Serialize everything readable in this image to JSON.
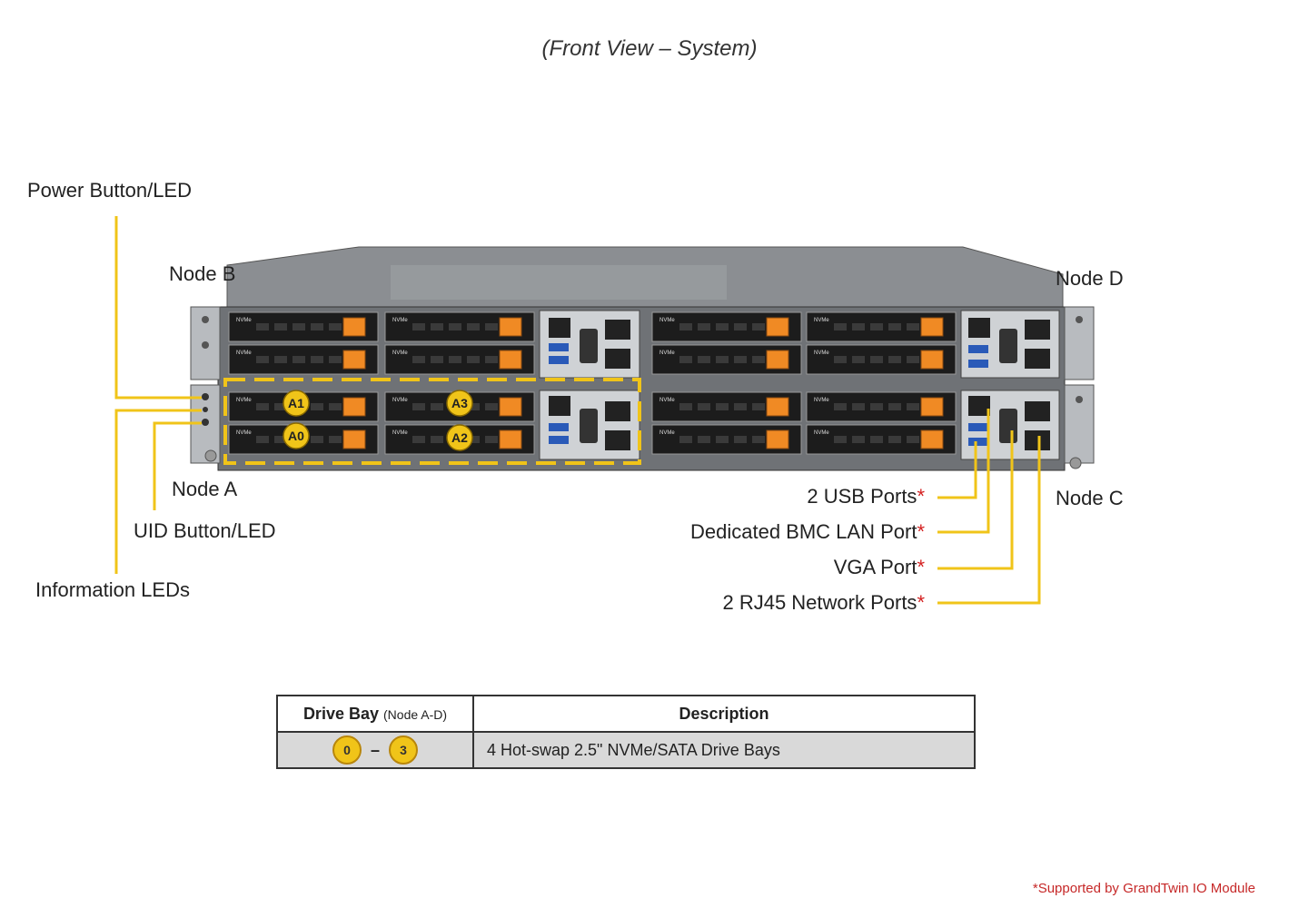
{
  "title": "(Front View – System)",
  "labels": {
    "power": "Power Button/LED",
    "node_b": "Node B",
    "node_d": "Node D",
    "node_a": "Node A",
    "node_c": "Node C",
    "uid": "UID Button/LED",
    "info_leds": "Information LEDs",
    "usb": "2 USB Ports",
    "bmc": "Dedicated BMC LAN Port",
    "vga": "VGA Port",
    "rj45": "2 RJ45 Network Ports",
    "star": "*"
  },
  "drive_badges": [
    "A1",
    "A0",
    "A3",
    "A2"
  ],
  "drive_tag": "NVMe",
  "table": {
    "col1_header": "Drive Bay",
    "col1_sub": "(Node A-D)",
    "col2_header": "Description",
    "range_start": "0",
    "range_sep": "–",
    "range_end": "3",
    "description": "4 Hot-swap 2.5\" NVMe/SATA Drive Bays"
  },
  "footnote": "*Supported by GrandTwin IO Module",
  "colors": {
    "callout": "#f0c419",
    "accent": "#f08a24",
    "star": "#d42020",
    "chassis": "#8a8d91"
  }
}
